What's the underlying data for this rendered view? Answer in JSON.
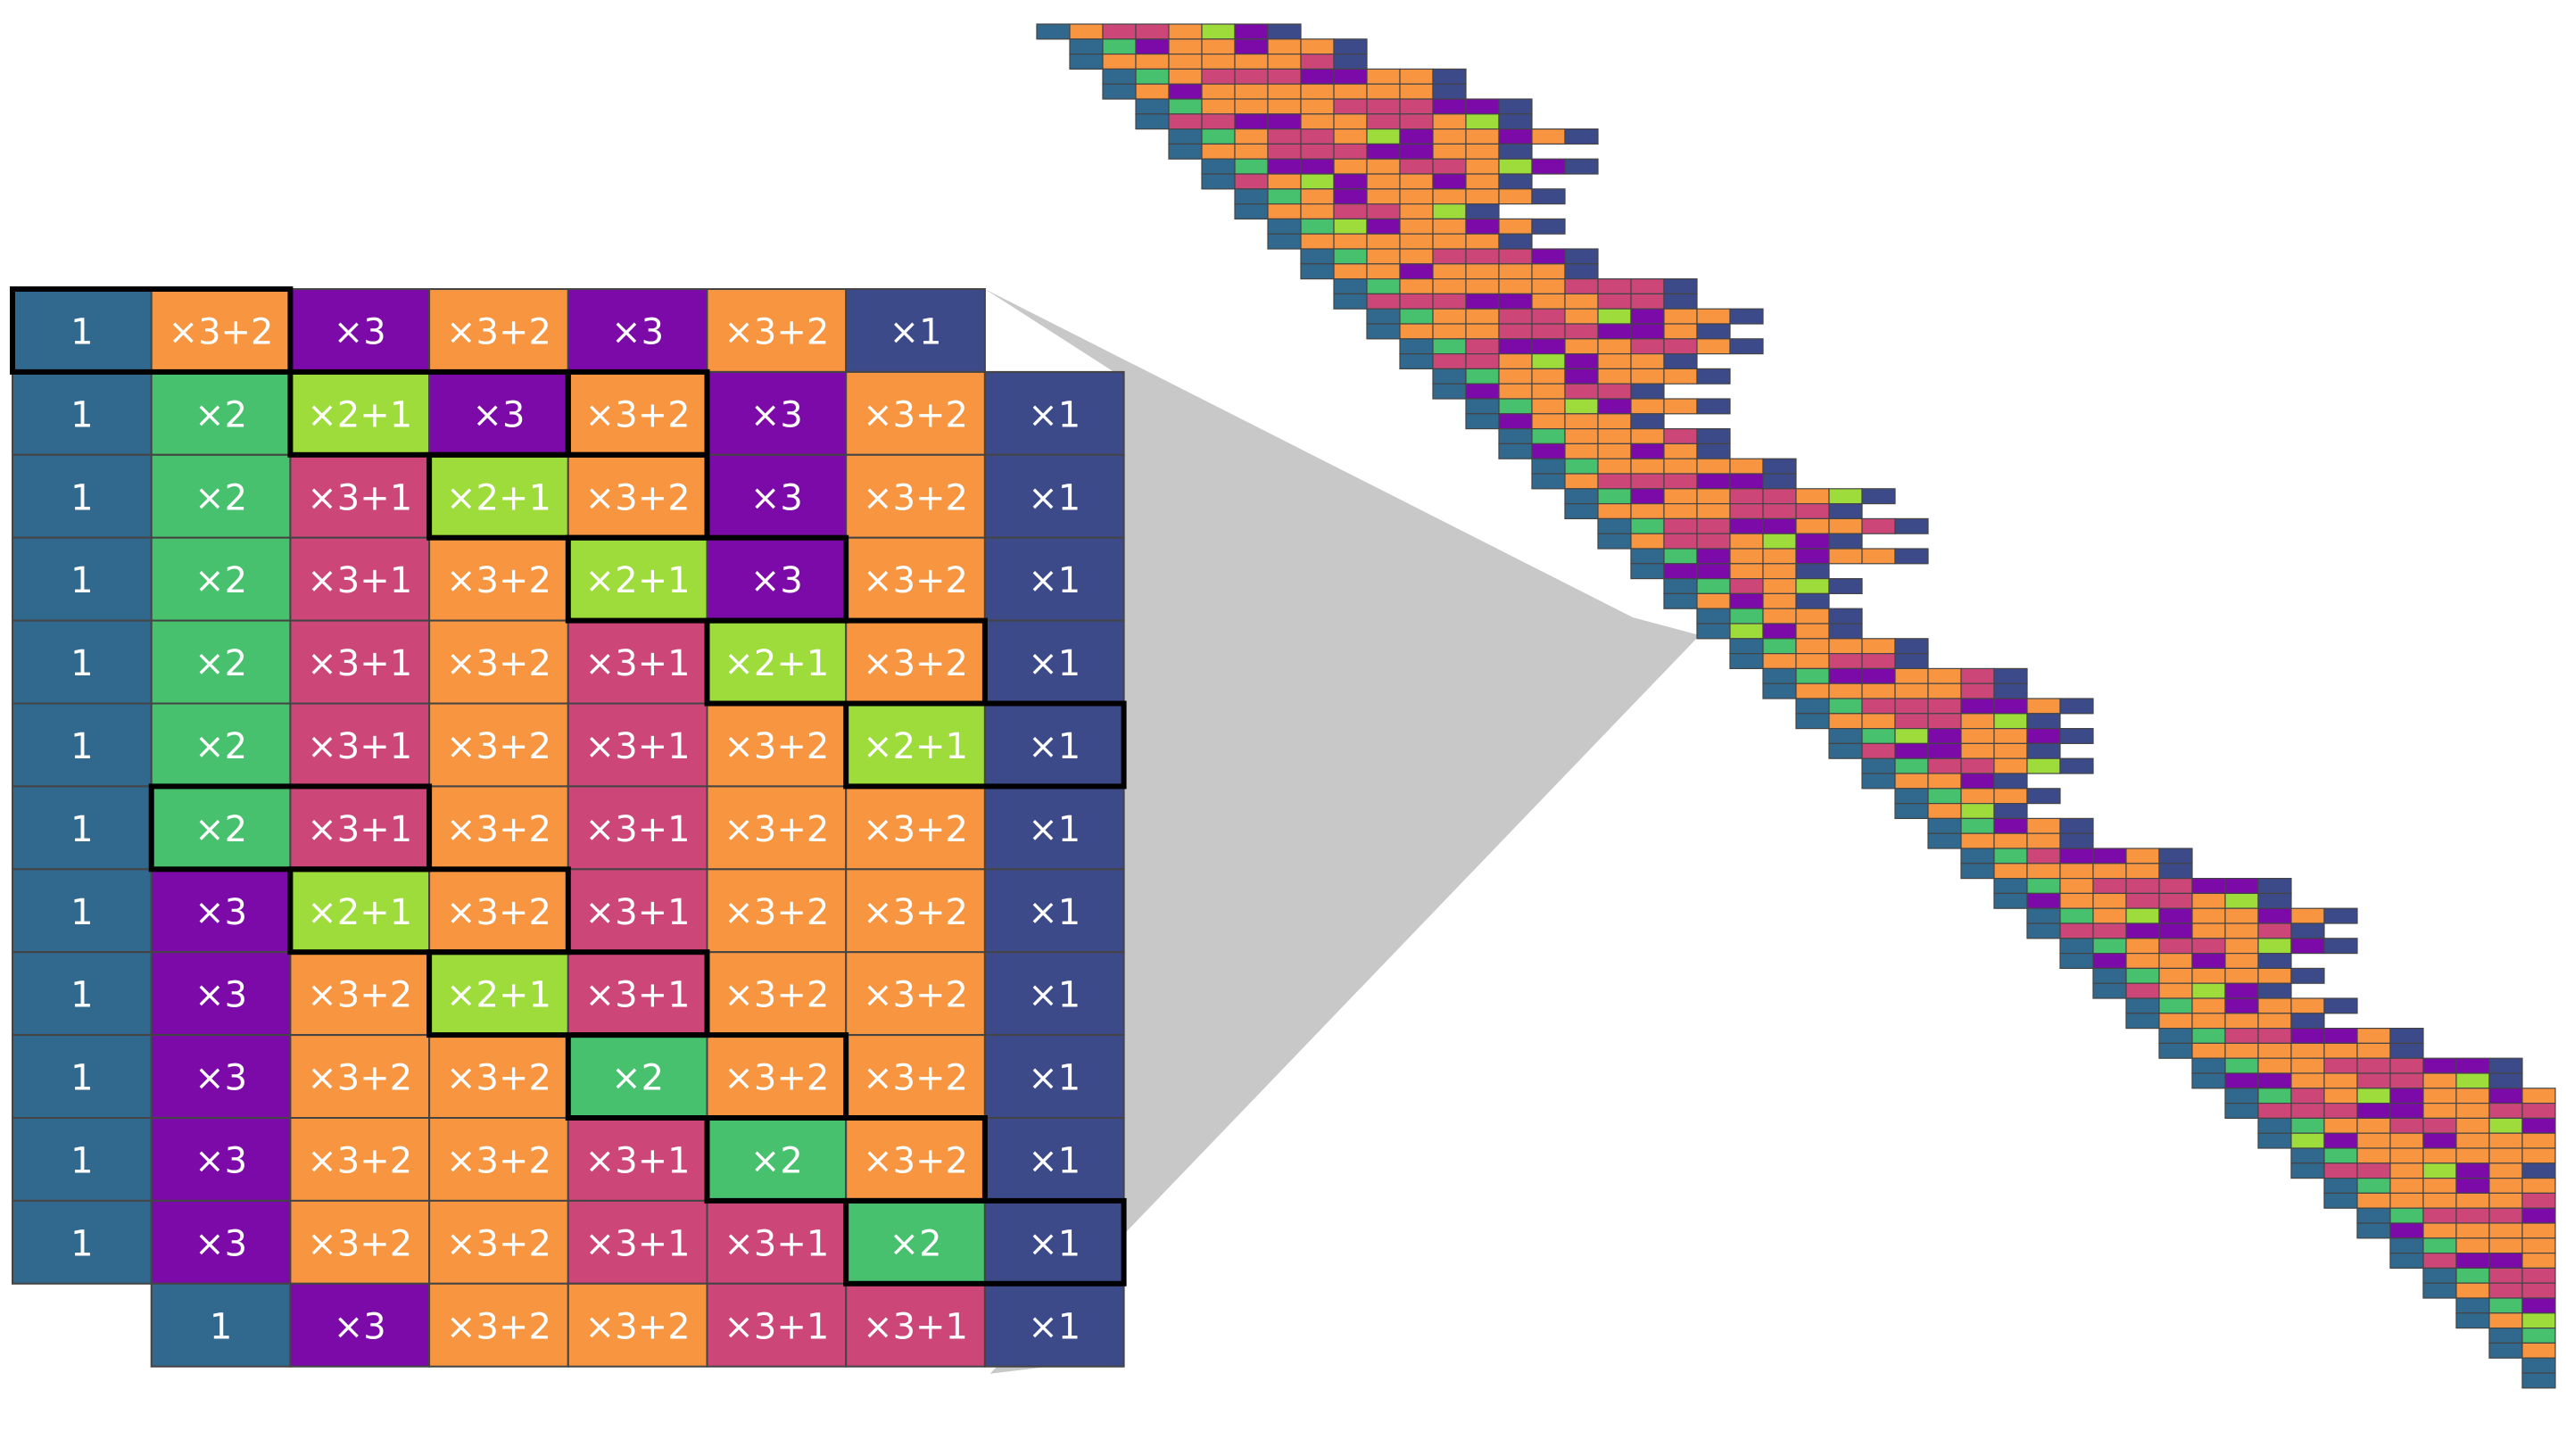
{
  "colors": {
    "one": "#31688e",
    "x2": "#48c16e",
    "x2p1": "#9ddc3a",
    "x3": "#7b0aa8",
    "x3p1": "#cc4678",
    "x3p2": "#f89540",
    "x1": "#3d4a8a",
    "grid": "#444444",
    "wedge": "#c8c8c8"
  },
  "labels": {
    "one": "1",
    "x2": "×2",
    "x2p1": "×2+1",
    "x3": "×3",
    "x3p1": "×3+1",
    "x3p2": "×3+2",
    "x1": "×1"
  },
  "zoom_grid": {
    "rows": [
      {
        "offset": 0,
        "cells": [
          "one",
          "x3p2",
          "x3",
          "x3p2",
          "x3",
          "x3p2",
          "x1"
        ]
      },
      {
        "offset": 0,
        "cells": [
          "one",
          "x2",
          "x2p1",
          "x3",
          "x3p2",
          "x3",
          "x3p2",
          "x1"
        ]
      },
      {
        "offset": 0,
        "cells": [
          "one",
          "x2",
          "x3p1",
          "x2p1",
          "x3p2",
          "x3",
          "x3p2",
          "x1"
        ]
      },
      {
        "offset": 0,
        "cells": [
          "one",
          "x2",
          "x3p1",
          "x3p2",
          "x2p1",
          "x3",
          "x3p2",
          "x1"
        ]
      },
      {
        "offset": 0,
        "cells": [
          "one",
          "x2",
          "x3p1",
          "x3p2",
          "x3p1",
          "x2p1",
          "x3p2",
          "x1"
        ]
      },
      {
        "offset": 0,
        "cells": [
          "one",
          "x2",
          "x3p1",
          "x3p2",
          "x3p1",
          "x3p2",
          "x2p1",
          "x1"
        ]
      },
      {
        "offset": 0,
        "cells": [
          "one",
          "x2",
          "x3p1",
          "x3p2",
          "x3p1",
          "x3p2",
          "x3p2",
          "x1"
        ]
      },
      {
        "offset": 0,
        "cells": [
          "one",
          "x3",
          "x2p1",
          "x3p2",
          "x3p1",
          "x3p2",
          "x3p2",
          "x1"
        ]
      },
      {
        "offset": 0,
        "cells": [
          "one",
          "x3",
          "x3p2",
          "x2p1",
          "x3p1",
          "x3p2",
          "x3p2",
          "x1"
        ]
      },
      {
        "offset": 0,
        "cells": [
          "one",
          "x3",
          "x3p2",
          "x3p2",
          "x2",
          "x3p2",
          "x3p2",
          "x1"
        ]
      },
      {
        "offset": 0,
        "cells": [
          "one",
          "x3",
          "x3p2",
          "x3p2",
          "x3p1",
          "x2",
          "x3p2",
          "x1"
        ]
      },
      {
        "offset": 0,
        "cells": [
          "one",
          "x3",
          "x3p2",
          "x3p2",
          "x3p1",
          "x3p1",
          "x2",
          "x1"
        ]
      },
      {
        "offset": 1,
        "cells": [
          "one",
          "x3",
          "x3p2",
          "x3p2",
          "x3p1",
          "x3p1",
          "x1"
        ]
      }
    ],
    "highlight_boxes": [
      {
        "row": 0,
        "from": 0,
        "to": 1
      },
      {
        "row": 1,
        "from": 2,
        "to": 3
      },
      {
        "row": 1,
        "from": 4,
        "to": 4
      },
      {
        "row": 2,
        "from": 3,
        "to": 4
      },
      {
        "row": 3,
        "from": 4,
        "to": 5
      },
      {
        "row": 4,
        "from": 5,
        "to": 6
      },
      {
        "row": 5,
        "from": 6,
        "to": 7
      },
      {
        "row": 6,
        "from": 1,
        "to": 2
      },
      {
        "row": 7,
        "from": 2,
        "to": 3
      },
      {
        "row": 8,
        "from": 3,
        "to": 4
      },
      {
        "row": 9,
        "from": 4,
        "to": 5
      },
      {
        "row": 10,
        "from": 5,
        "to": 6
      },
      {
        "row": 11,
        "from": 6,
        "to": 7
      }
    ]
  },
  "staircase": {
    "rows": 92,
    "fill_pattern": [
      "x3p2",
      "x3p2",
      "x3p1",
      "x3",
      "x3p2",
      "x3p1",
      "x3p2",
      "x3",
      "x3p2",
      "x3p2",
      "x3p1",
      "x3p2",
      "x3",
      "x3p2",
      "x3p1",
      "x3p2",
      "x3p2",
      "x3p2",
      "x3",
      "x3p1",
      "x2p1",
      "x3p2"
    ]
  }
}
